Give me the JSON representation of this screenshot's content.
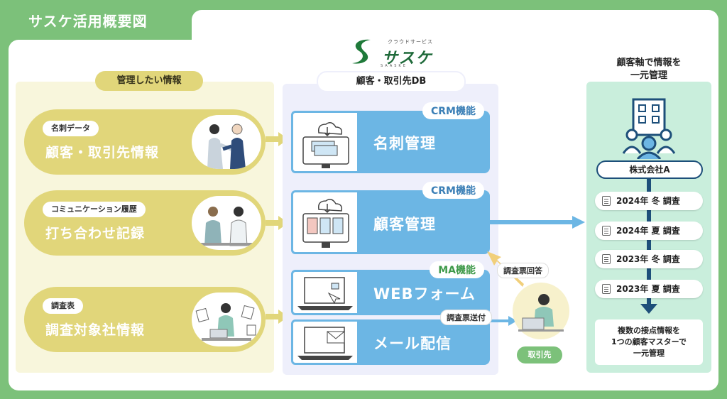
{
  "title": "サスケ活用概要図",
  "logo": {
    "subtitle": "クラウドサービス",
    "name": "サスケ",
    "roman": "SAASKE"
  },
  "left": {
    "header": "管理したい情報",
    "items": [
      {
        "small": "名刺データ",
        "big": "顧客・取引先情報"
      },
      {
        "small": "コミュニケーション履歴",
        "big": "打ち合わせ記録"
      },
      {
        "small": "調査表",
        "big": "調査対象社情報"
      }
    ]
  },
  "middle": {
    "header": "顧客・取引先DB",
    "functions": [
      {
        "label": "名刺管理",
        "tag": "CRM機能"
      },
      {
        "label": "顧客管理",
        "tag": "CRM機能"
      },
      {
        "label": "WEBフォーム",
        "tag": "MA機能"
      },
      {
        "label": "メール配信",
        "tag": ""
      }
    ]
  },
  "flow": {
    "answer_label": "調査票回答",
    "send_label": "調査票送付",
    "client_label": "取引先"
  },
  "right": {
    "header_line1": "顧客軸で情報を",
    "header_line2": "一元管理",
    "company": "株式会社A",
    "surveys": [
      "2024年 冬 調査",
      "2024年 夏 調査",
      "2023年 冬 調査",
      "2023年 夏 調査"
    ],
    "result_line1": "複数の接点情報を",
    "result_line2": "1つの顧客マスターで",
    "result_line3": "一元管理"
  },
  "colors": {
    "green_frame": "#7cc17a",
    "left_panel": "#f8f6dc",
    "left_pill": "#e1d67a",
    "middle_panel": "#eeeffb",
    "function_blue": "#6cb6e4",
    "right_panel": "#c9eedc",
    "navy": "#1d4f7a",
    "arrow_blue": "#6cb6e4",
    "arrow_yellow": "#e1d67a",
    "arrow_gold": "#f1cf7a"
  }
}
